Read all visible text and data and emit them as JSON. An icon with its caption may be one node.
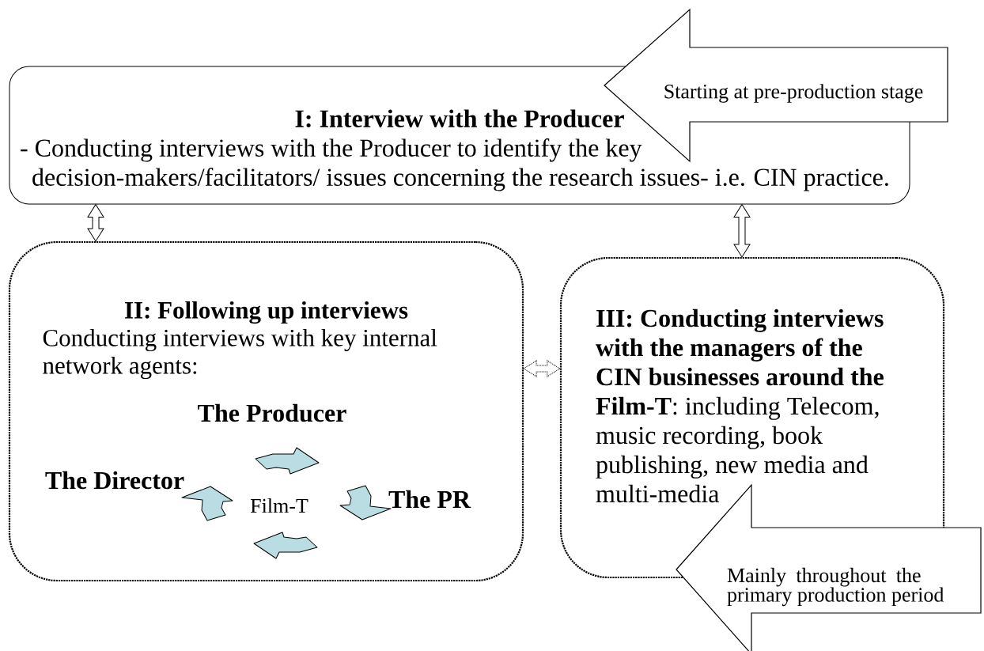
{
  "diagram": {
    "nodes": [
      {
        "text": [
          "I: Interview with the Producer",
          "- Conducting interviews with the Producer to identify the key decision-makers/facilitators/ issues concerning the research issues- i.e. CIN practice."
        ]
      },
      {
        "text": [
          "II: Following up interviews",
          "Conducting interviews with key internal network agents:"
        ]
      },
      {
        "text": [
          "**III: Conducting interviews with the managers of the CIN businesses around the Film-T**: including Telecom, music recording, book publishing, new media and multi-media"
        ]
      },
      {
        "text": [
          "Starting at pre-production stage"
        ]
      },
      {
        "text": [
          "Mainly throughout the primary production period"
        ]
      }
    ],
    "edges": [
      {
        "from": 0,
        "to": 1,
        "arrow": "both"
      },
      {
        "from": 0,
        "to": 2,
        "arrow": "both"
      },
      {
        "from": 1,
        "to": 2,
        "arrow": "both",
        "style": "dashed"
      }
    ],
    "labels": [
      "The Producer",
      "The Director",
      "Film-T",
      "The PR"
    ]
  }
}
